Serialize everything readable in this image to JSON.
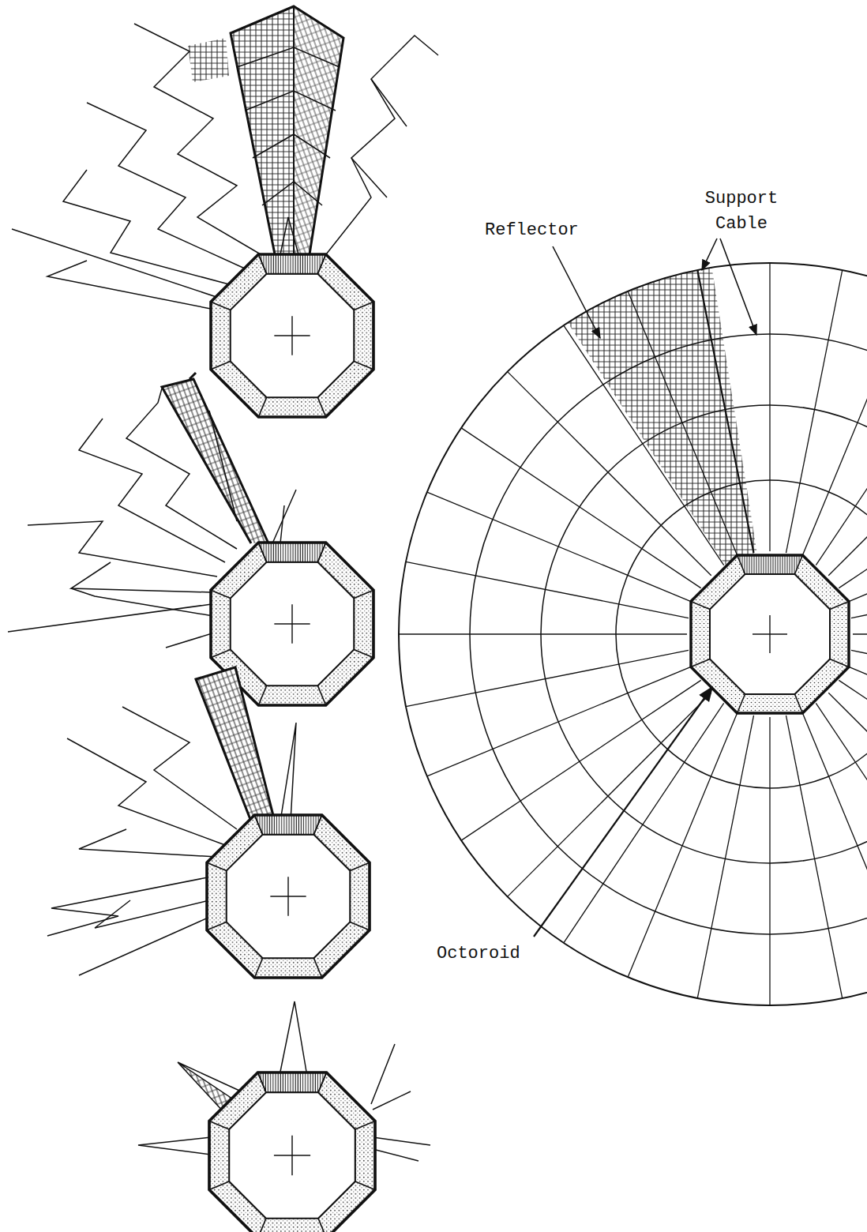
{
  "diagram": {
    "labels": [
      "Reflector",
      "Support Cable",
      "Octoroid"
    ]
  }
}
